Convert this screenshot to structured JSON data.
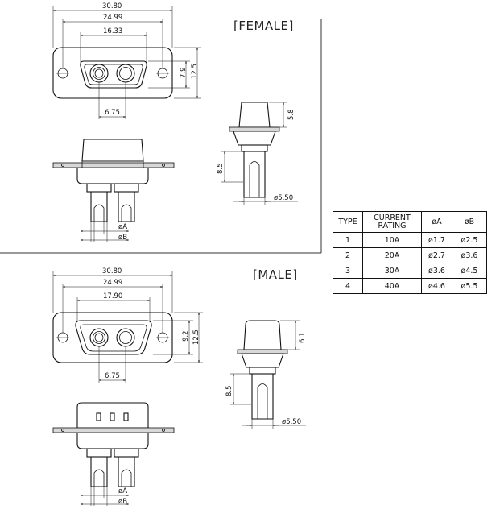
{
  "female": {
    "title": "[FEMALE]",
    "dims": {
      "overall_width": "30.80",
      "hole_spacing": "24.99",
      "shell_width": "16.33",
      "pin_spacing": "6.75",
      "shell_height": "7.9",
      "overall_height": "12.5",
      "contact_head": "5.8",
      "contact_tail": "8.5",
      "contact_dia": "ø5.50",
      "pin_dia_a": "øA",
      "pin_dia_b": "øB"
    }
  },
  "male": {
    "title": "[MALE]",
    "dims": {
      "overall_width": "30.80",
      "hole_spacing": "24.99",
      "shell_width": "17.90",
      "pin_spacing": "6.75",
      "shell_height": "9.2",
      "overall_height": "12.5",
      "contact_head": "6.1",
      "contact_tail": "8.5",
      "contact_dia": "ø5.50",
      "pin_dia_a": "øA",
      "pin_dia_b": "øB"
    }
  },
  "table": {
    "headers": [
      "TYPE",
      "CURRENT RATING",
      "øA",
      "øB"
    ],
    "rows": [
      {
        "type": "1",
        "rating": "10A",
        "a": "ø1.7",
        "b": "ø2.5"
      },
      {
        "type": "2",
        "rating": "20A",
        "a": "ø2.7",
        "b": "ø3.6"
      },
      {
        "type": "3",
        "rating": "30A",
        "a": "ø3.6",
        "b": "ø4.5"
      },
      {
        "type": "4",
        "rating": "40A",
        "a": "ø4.6",
        "b": "ø5.5"
      }
    ]
  }
}
